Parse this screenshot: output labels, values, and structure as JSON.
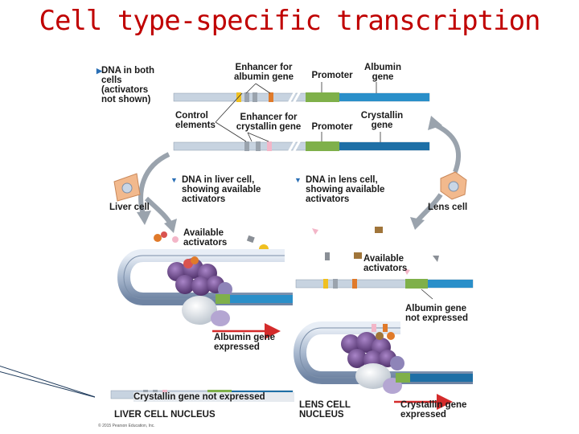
{
  "slide": {
    "title": "Cell type-specific transcription"
  },
  "top": {
    "dna_both_label": "DNA in both\ncells\n(activators\nnot shown)",
    "enhancer_albumin_label": "Enhancer for\nalbumin gene",
    "promoter_label_1": "Promoter",
    "albumin_gene_label": "Albumin\ngene",
    "control_elements_label": "Control\nelements",
    "enhancer_crystallin_label": "Enhancer for\ncrystallin gene",
    "promoter_label_2": "Promoter",
    "crystallin_gene_label": "Crystallin\ngene"
  },
  "liver": {
    "cell_label": "Liver cell",
    "dna_label": "DNA in liver cell,\nshowing available\nactivators",
    "activators_label": "Available\nactivators",
    "albumin_expressed_label": "Albumin gene\nexpressed",
    "crystallin_not_expressed_label": "Crystallin gene not expressed",
    "nucleus_label": "LIVER CELL NUCLEUS"
  },
  "lens": {
    "cell_label": "Lens cell",
    "dna_label": "DNA in lens cell,\nshowing available\nactivators",
    "activators_label": "Available\nactivators",
    "albumin_not_expressed_label": "Albumin gene\nnot expressed",
    "nucleus_label": "LENS CELL\nNUCLEUS",
    "crystallin_expressed_label": "Crystallin gene\nexpressed"
  },
  "copyright": "© 2015 Pearson Education, Inc.",
  "colors": {
    "title": "#c00000",
    "dna_blue": "#2a8fc9",
    "promoter_green": "#7fb04a",
    "enhancer_orange": "#e07a2a",
    "enhancer_yellow": "#f0c020",
    "enhancer_pink": "#f3b6c8",
    "polymerase_purple": "#6f4d8f",
    "arrow_red": "#d42b2b"
  }
}
